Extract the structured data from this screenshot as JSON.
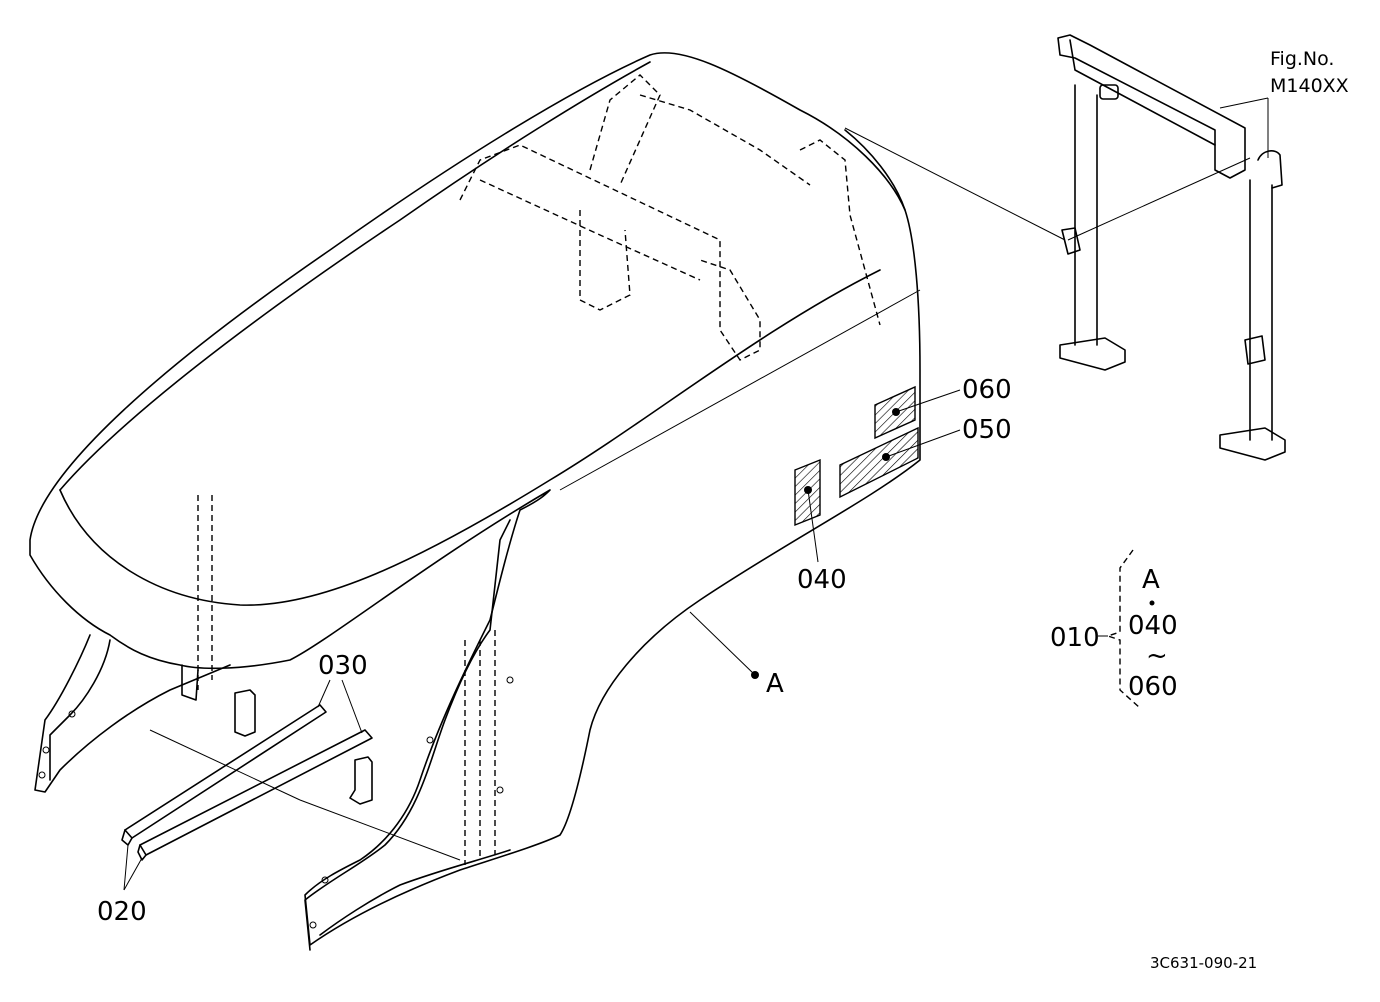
{
  "figure": {
    "fig_no_label": "Fig.No.",
    "fig_no_value": "M140XX",
    "drawing_code": "3C631-090-21"
  },
  "callouts": {
    "p010": "010",
    "p020": "020",
    "p030": "030",
    "p040": "040",
    "p050": "050",
    "p060": "060",
    "point_a": "A"
  },
  "legend": {
    "a": "A",
    "from": "040",
    "tilde": "~",
    "to": "060"
  }
}
